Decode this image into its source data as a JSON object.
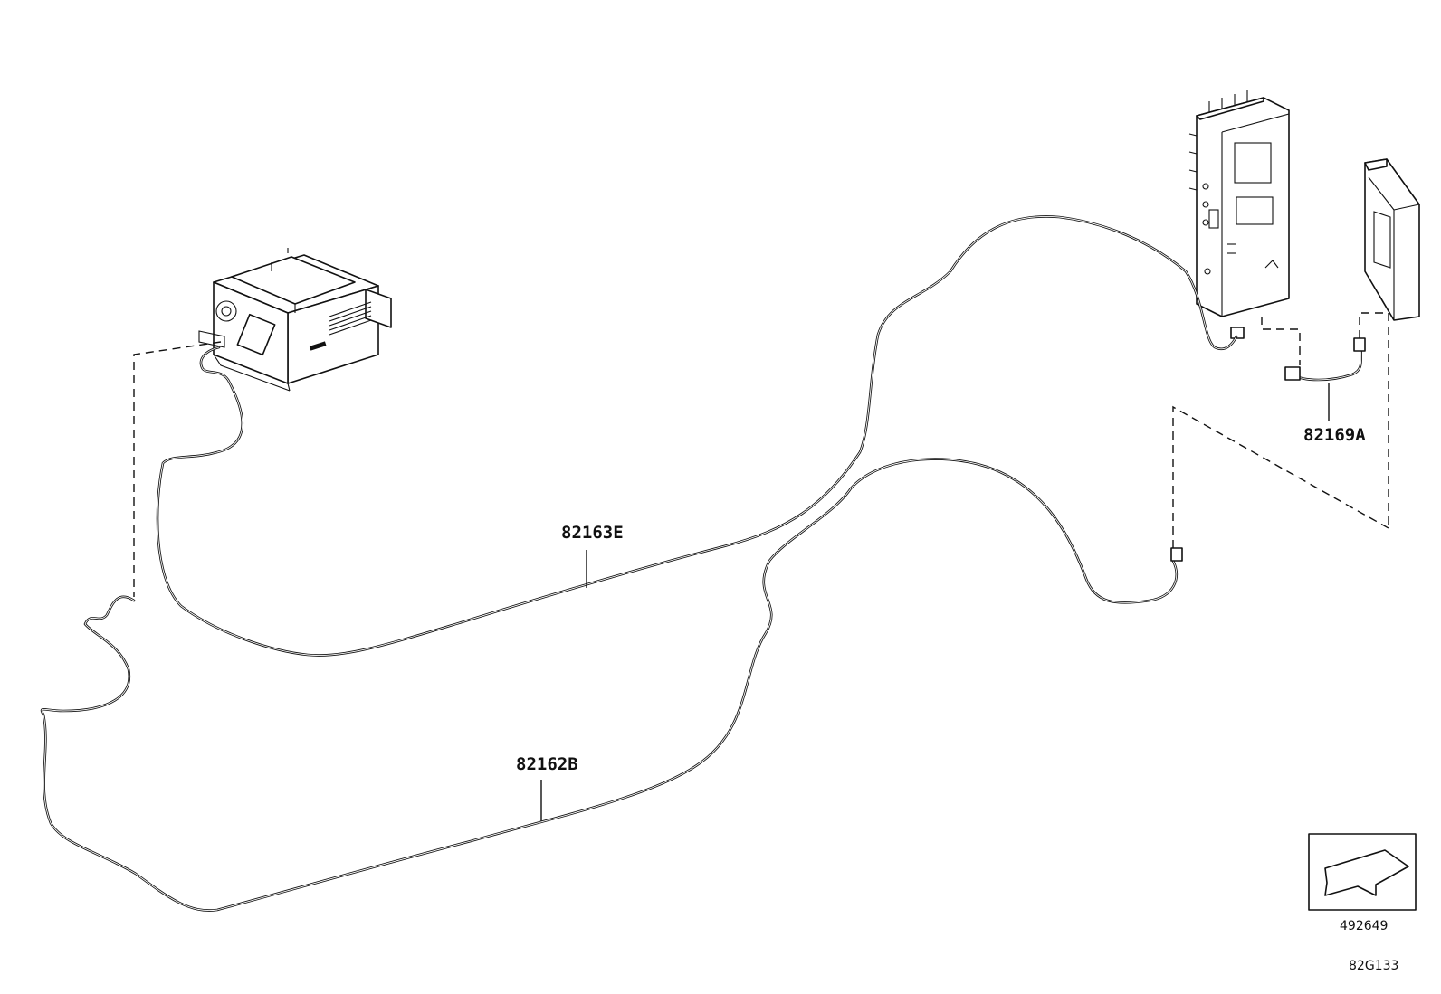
{
  "parts": [
    {
      "id": "p1",
      "number": "82163E"
    },
    {
      "id": "p2",
      "number": "82162B"
    },
    {
      "id": "p3",
      "number": "82169A"
    }
  ],
  "figure_code": "492649",
  "illustration_id": "82G133",
  "icon": "front-direction-arrow-icon"
}
